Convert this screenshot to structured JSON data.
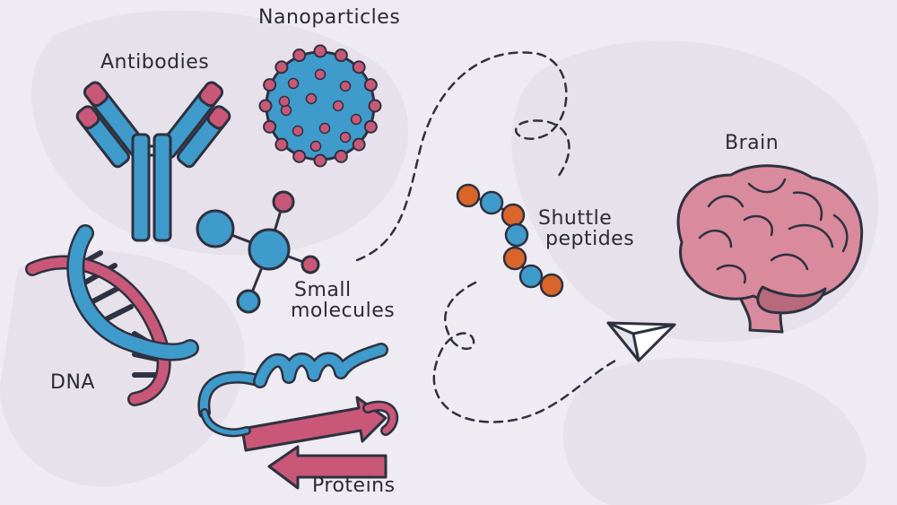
{
  "labels": {
    "antibodies": "Antibodies",
    "nanoparticles": "Nanoparticles",
    "small_molecules_line1": "Small",
    "small_molecules_line2": "molecules",
    "dna": "DNA",
    "proteins": "Proteins",
    "shuttle_line1": "Shuttle",
    "shuttle_line2": "peptides",
    "brain": "Brain"
  },
  "colors": {
    "background": "#efebf2",
    "blob": "#e6e1ea",
    "blue": "#3f9bcb",
    "blue_dark": "#2f7fab",
    "pink": "#c95878",
    "pink_dark": "#a8405f",
    "orange": "#d9652a",
    "brain": "#d98a9c",
    "brain_dark": "#b86a7d",
    "outline": "#2e3140"
  },
  "icons": [
    "antibody-icon",
    "nanoparticle-icon",
    "small-molecule-icon",
    "dna-helix-icon",
    "protein-ribbon-icon",
    "shuttle-peptide-chain-icon",
    "paper-plane-icon",
    "brain-icon"
  ]
}
